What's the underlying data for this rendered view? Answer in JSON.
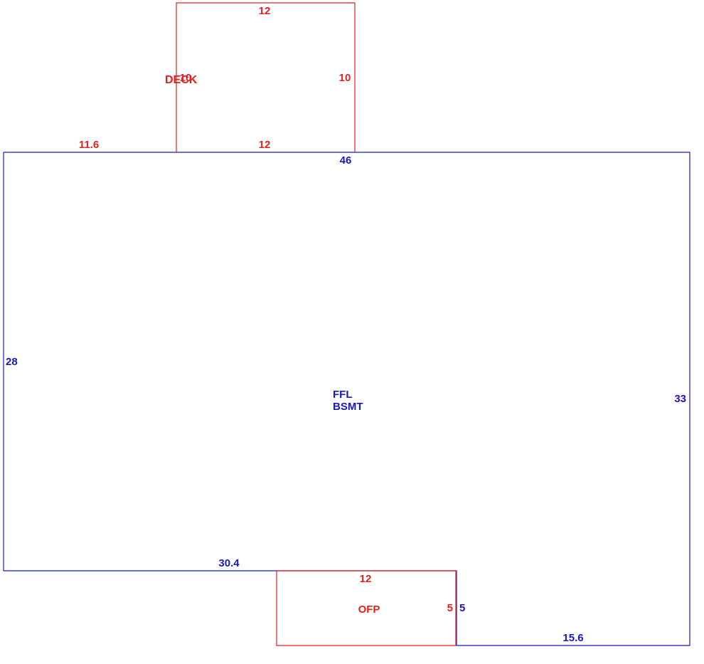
{
  "colors": {
    "deck_ofp": "#e0211d",
    "main": "#1717c4",
    "background": "#ffffff"
  },
  "deck": {
    "name": "DECK",
    "dim_top": "12",
    "dim_bottom": "12",
    "dim_left": "10",
    "dim_right": "10"
  },
  "main": {
    "name_line1": "FFL",
    "name_line2": "BSMT",
    "dim_top_left": "11.6",
    "dim_top": "46",
    "dim_left": "28",
    "dim_right": "33",
    "dim_bottom_left": "30.4",
    "dim_step": "5",
    "dim_bottom_right": "15.6"
  },
  "ofp": {
    "name": "OFP",
    "dim_top": "12",
    "dim_right": "5"
  }
}
